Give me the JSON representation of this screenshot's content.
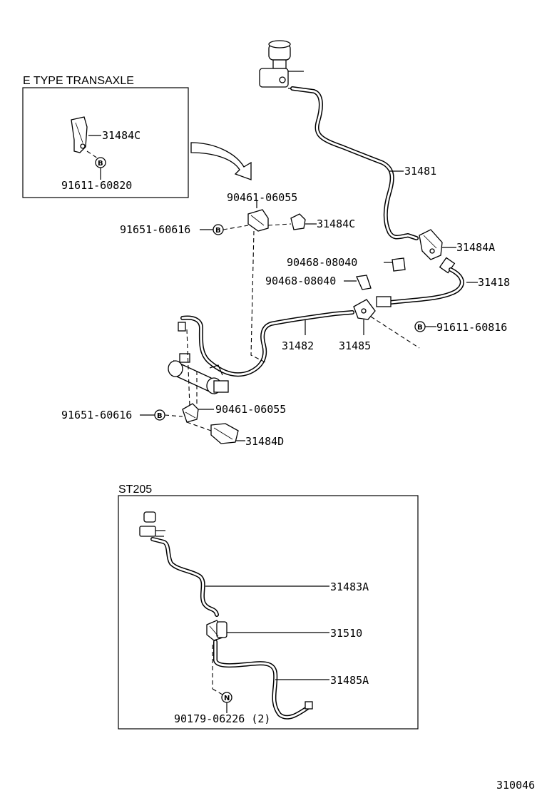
{
  "headers": {
    "e_type": "E TYPE TRANSAXLE",
    "st205": "ST205"
  },
  "labels": {
    "e_31484c": "31484C",
    "e_bolt": "91611-60820",
    "p_31481": "31481",
    "p_90461_top": "90461-06055",
    "p_31484c": "31484C",
    "p_91651_top": "91651-60616",
    "p_31484a": "31484A",
    "p_90468_a": "90468-08040",
    "p_90468_b": "90468-08040",
    "p_31418": "31418",
    "p_91611": "91611-60816",
    "p_31482": "31482",
    "p_31485": "31485",
    "p_91651_bot": "91651-60616",
    "p_90461_bot": "90461-06055",
    "p_31484d": "31484D",
    "s_31483a": "31483A",
    "s_31510": "31510",
    "s_31485a": "31485A",
    "s_90179": "90179-06226 (2)"
  },
  "symbols": {
    "bolt": "B",
    "nut": "N"
  },
  "figure_number": "310046"
}
